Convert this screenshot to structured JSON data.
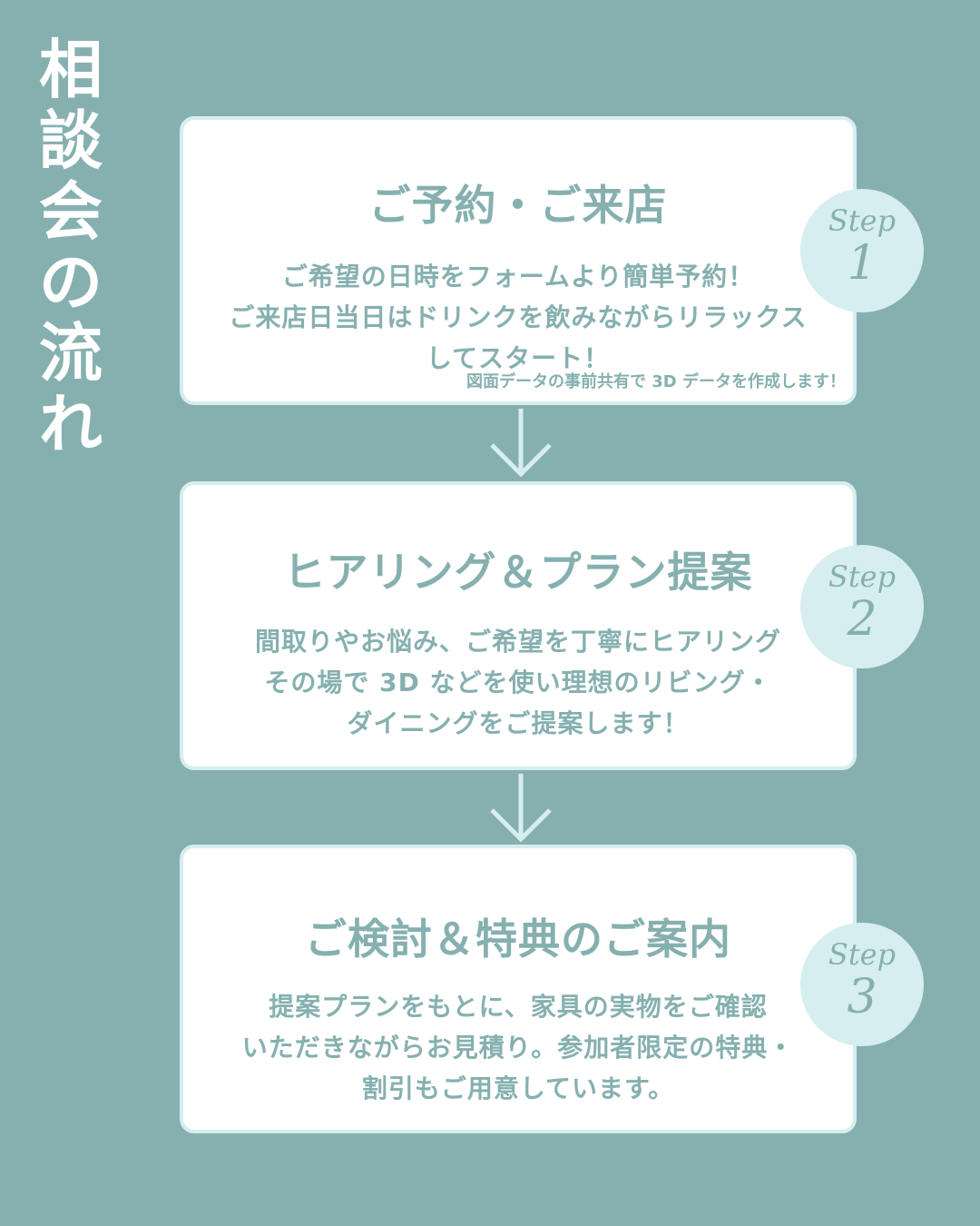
{
  "title_chars": [
    "相",
    "談",
    "会",
    "の",
    "流",
    "れ"
  ],
  "steps": [
    {
      "heading": "ご予約・ご来店",
      "lines": [
        "ご希望の日時をフォームより簡単予約！",
        "ご来店日当日はドリンクを飲みながらリラックス",
        "してスタート！"
      ],
      "note": "図面データの事前共有で 3D データを作成します！",
      "step_label": "Step",
      "number": "1"
    },
    {
      "heading": "ヒアリング＆プラン提案",
      "lines": [
        "間取りやお悩み、ご希望を丁寧にヒアリング",
        "その場で 3D などを使い理想のリビング・",
        "ダイニングをご提案します！"
      ],
      "step_label": "Step",
      "number": "2"
    },
    {
      "heading": "ご検討＆特典のご案内",
      "lines": [
        "提案プランをもとに、家具の実物をご確認",
        "いただきながらお見積り。参加者限定の特典・",
        "割引もご用意しています。"
      ],
      "step_label": "Step",
      "number": "3"
    }
  ],
  "colors": {
    "background": "#86b0b0",
    "card": "#ffffff",
    "accent_light": "#d6eef0",
    "text": "#86b0b0"
  }
}
